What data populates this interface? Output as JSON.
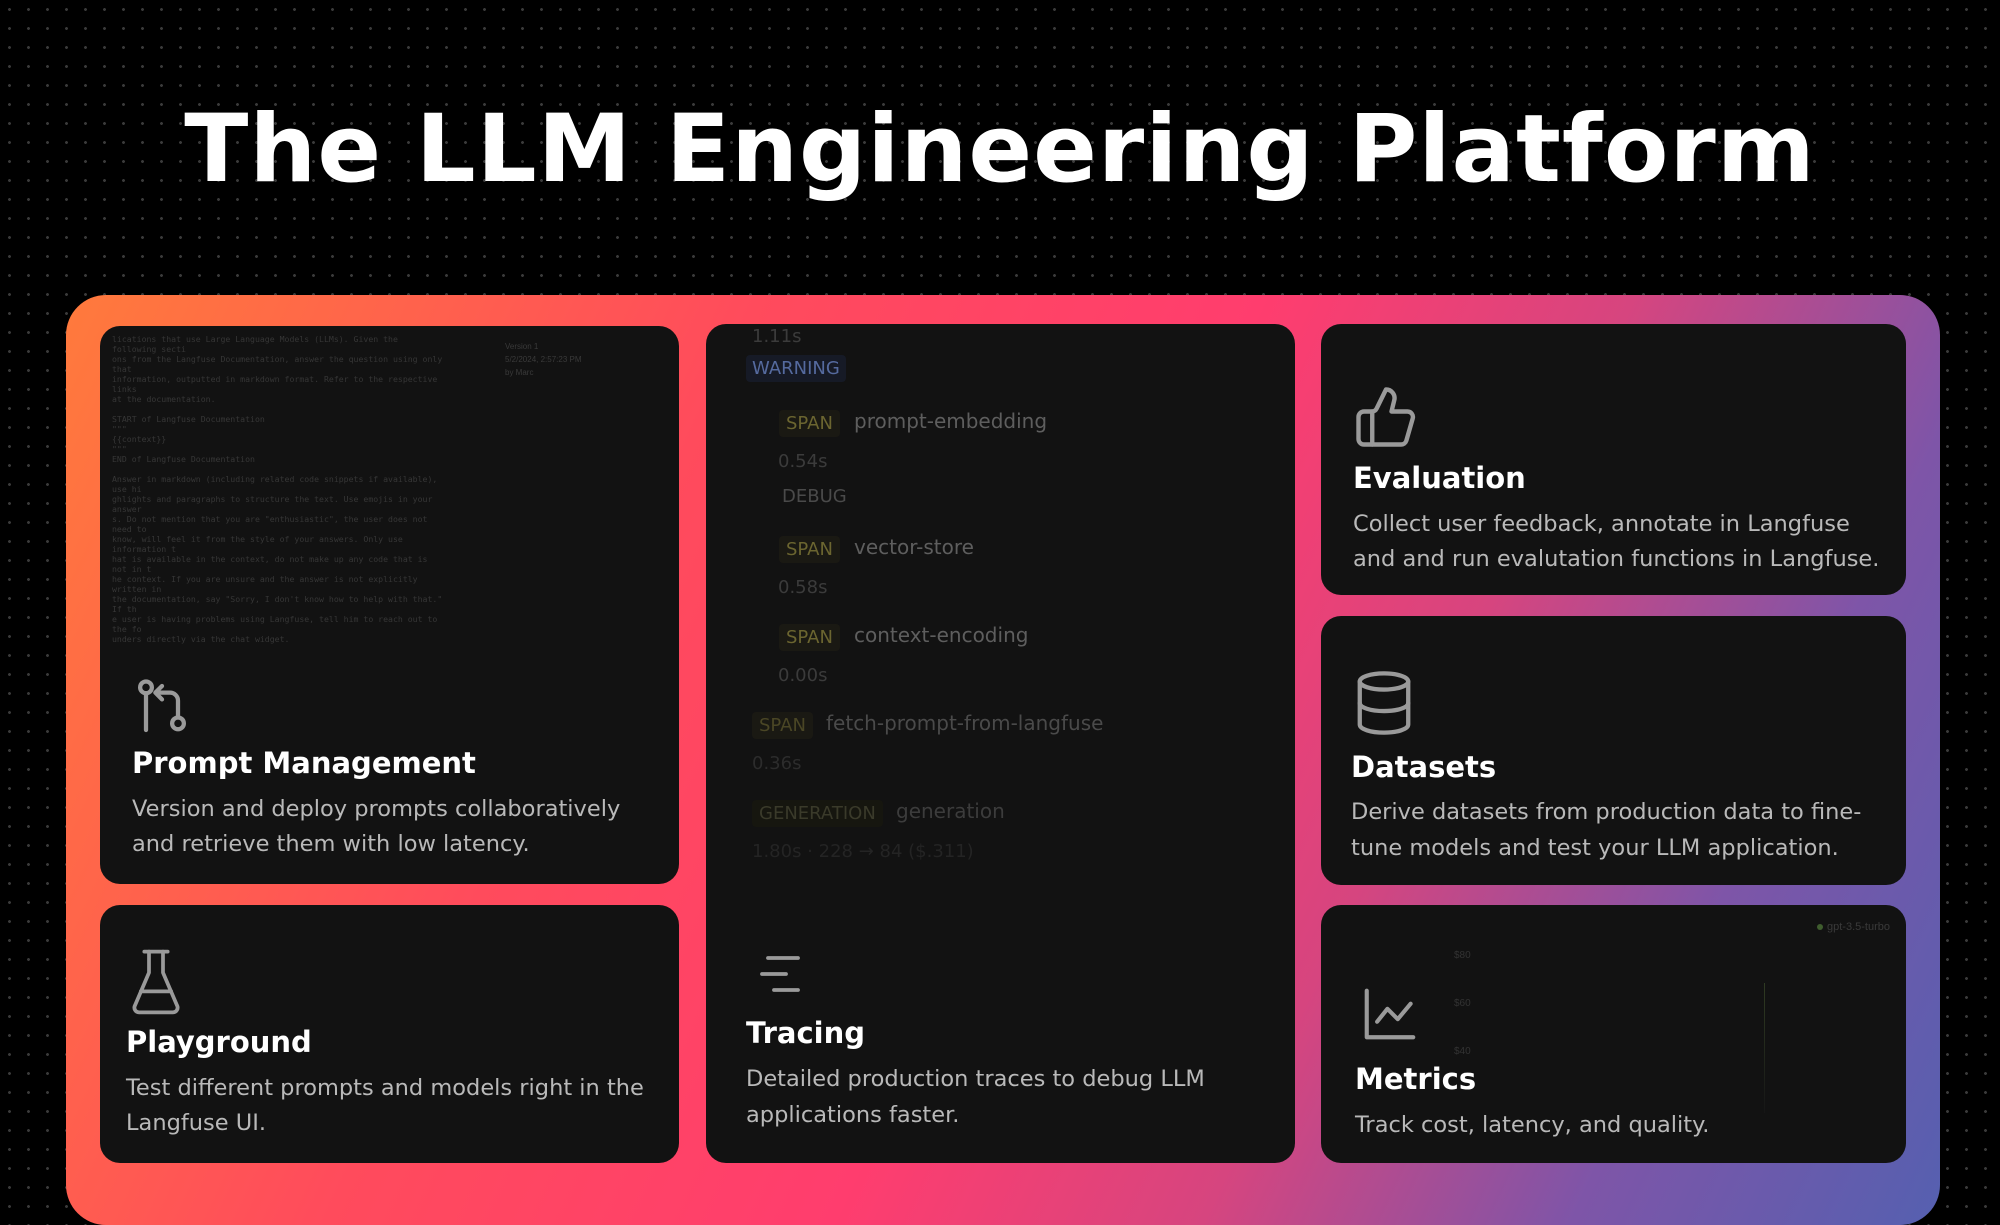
{
  "headline": "The LLM Engineering Platform",
  "cards": {
    "prompt": {
      "title": "Prompt Management",
      "desc1": "Version and deploy prompts collaboratively",
      "desc2": "and retrieve them with low latency.",
      "icon": "git-pull-request-icon",
      "bg_text": "lications that use Large Language Models (LLMs). Given the following secti\nons from the Langfuse Documentation, answer the question using only that\ninformation, outputted in markdown format. Refer to the respective links\nat the documentation.\n\nSTART of Langfuse Documentation\n\"\"\"\n{{context}}\n\"\"\"\nEND of Langfuse Documentation\n\nAnswer in markdown (including related code snippets if available), use hi\nghlights and paragraphs to structure the text. Use emojis in your answer\ns. Do not mention that you are \"enthusiastic\", the user does not need to\nknow, will feel it from the style of your answers. Only use information t\nhat is available in the context, do not make up any code that is not in t\nhe context. If you are unsure and the answer is not explicitly written in\nthe documentation, say \"Sorry, I don't know how to help with that.\" If th\ne user is having problems using Langfuse, tell him to reach out to the fo\nunders directly via the chat widget.",
      "version": "Version 1",
      "version_date": "5/2/2024, 2:57:23 PM",
      "version_by": "by Marc"
    },
    "playground": {
      "title": "Playground",
      "desc1": "Test different prompts and models right in the",
      "desc2": "Langfuse UI.",
      "icon": "flask-icon"
    },
    "tracing": {
      "title": "Tracing",
      "desc1": "Detailed production traces to debug LLM",
      "desc2": "applications faster.",
      "icon": "align-right-icon",
      "rows": {
        "t0": "1.11s",
        "warning": "WARNING",
        "span1_kind": "SPAN",
        "span1_name": "prompt-embedding",
        "span1_time": "0.54s",
        "debug": "DEBUG",
        "span2_kind": "SPAN",
        "span2_name": "vector-store",
        "span2_time": "0.58s",
        "span3_kind": "SPAN",
        "span3_name": "context-encoding",
        "span3_time": "0.00s",
        "span4_kind": "SPAN",
        "span4_name": "fetch-prompt-from-langfuse",
        "span4_time": "0.36s",
        "gen_kind": "GENERATION",
        "gen_name": "generation",
        "gen_meta": "1.80s · 228 → 84 ($.311)"
      }
    },
    "evaluation": {
      "title": "Evaluation",
      "desc1": "Collect user feedback, annotate in Langfuse",
      "desc2": "and and run evalutation functions in Langfuse.",
      "icon": "thumbs-up-icon"
    },
    "datasets": {
      "title": "Datasets",
      "desc1": "Derive datasets from production data to fine-",
      "desc2": "tune models and test your LLM application.",
      "icon": "database-icon"
    },
    "metrics": {
      "title": "Metrics",
      "desc1": "Track cost, latency, and quality.",
      "icon": "line-chart-icon",
      "legend": "gpt-3.5-turbo",
      "axis1": "$80",
      "axis2": "$60",
      "axis3": "$40"
    }
  },
  "colors": {
    "background": "#000000",
    "card": "#121212",
    "gradient_start": "#ff7a3c",
    "gradient_mid": "#ff3d6e",
    "gradient_end": "#5560b0"
  }
}
